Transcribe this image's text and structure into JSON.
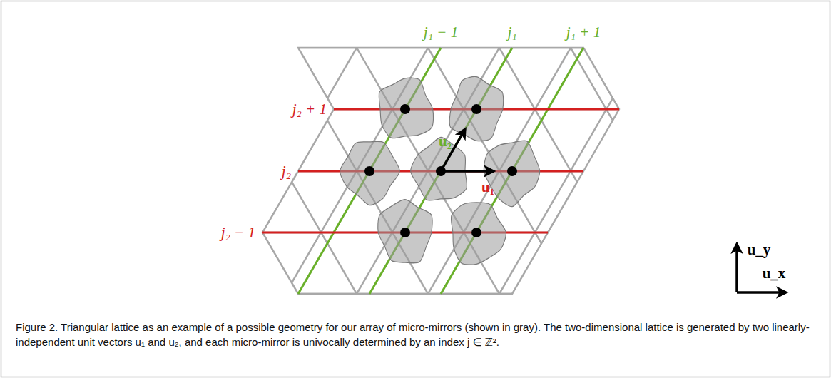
{
  "diagram": {
    "caption": "Figure 2. Triangular lattice as an example of a possible geometry for our array of micro-mirrors (shown in gray). The two-dimensional lattice is generated by two linearly-independent unit vectors u₁ and u₂, and each micro-mirror is univocally determined by an index j ∈ ℤ².",
    "labels": [
      "j₁ − 1",
      "j₁",
      "j₁ + 1",
      "j₂ + 1",
      "j₂",
      "j₂ − 1",
      "u₂",
      "u₁",
      "u_y",
      "u_x"
    ]
  }
}
